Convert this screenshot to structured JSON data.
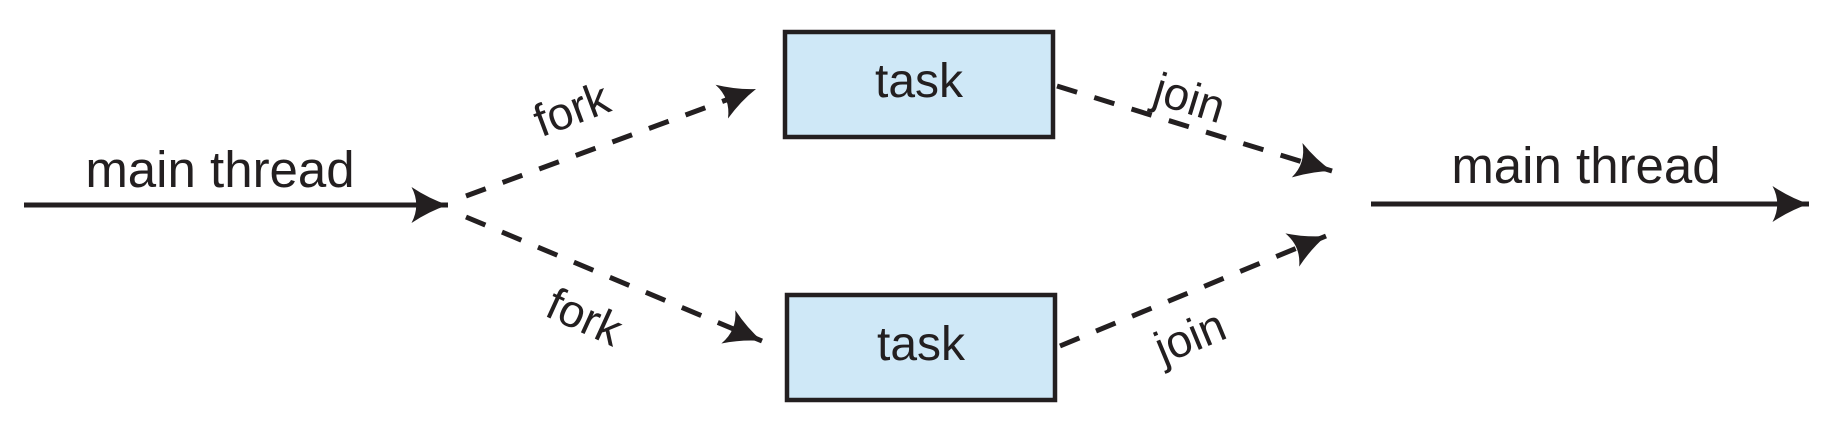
{
  "diagram": {
    "type": "fork-join-flow",
    "colors": {
      "line": "#231f20",
      "text": "#231f20",
      "task_fill": "#cfe8f7",
      "task_border": "#231f20",
      "background": "#ffffff"
    },
    "main_thread_in": {
      "label": "main thread"
    },
    "main_thread_out": {
      "label": "main thread"
    },
    "branches": [
      {
        "fork_label": "fork",
        "task_label": "task",
        "join_label": "join"
      },
      {
        "fork_label": "fork",
        "task_label": "task",
        "join_label": "join"
      }
    ]
  }
}
